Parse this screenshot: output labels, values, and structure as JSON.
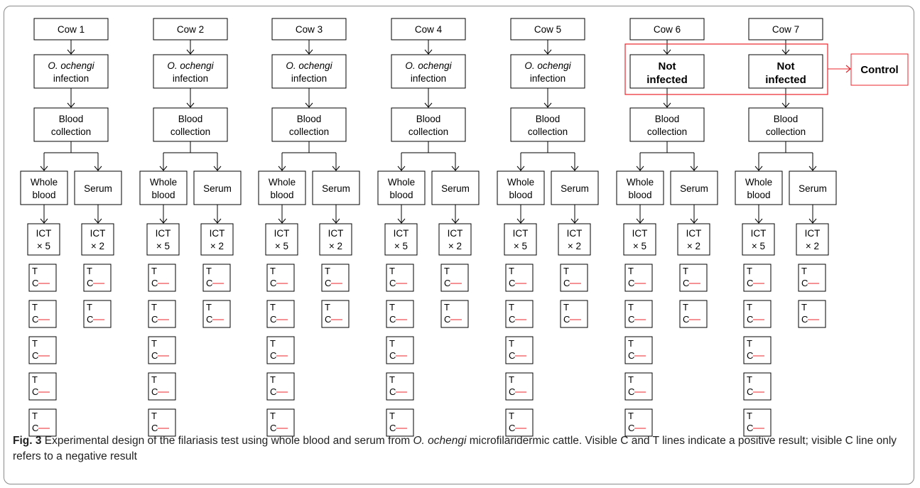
{
  "cows": [
    {
      "label": "Cow 1",
      "status_line1": "O. ochengi",
      "status_line2": "infection",
      "infected": true
    },
    {
      "label": "Cow 2",
      "status_line1": "O. ochengi",
      "status_line2": "infection",
      "infected": true
    },
    {
      "label": "Cow 3",
      "status_line1": "O. ochengi",
      "status_line2": "infection",
      "infected": true
    },
    {
      "label": "Cow 4",
      "status_line1": "O. ochengi",
      "status_line2": "infection",
      "infected": true
    },
    {
      "label": "Cow 5",
      "status_line1": "O. ochengi",
      "status_line2": "infection",
      "infected": true
    },
    {
      "label": "Cow 6",
      "status_line1": "Not",
      "status_line2": "infected",
      "infected": false
    },
    {
      "label": "Cow 7",
      "status_line1": "Not",
      "status_line2": "infected",
      "infected": false
    }
  ],
  "blood_line1": "Blood",
  "blood_line2": "collection",
  "whole_line1": "Whole",
  "whole_line2": "blood",
  "serum_label": "Serum",
  "ict_label": "ICT",
  "whole_repeat": "× 5",
  "serum_repeat": "× 2",
  "strip_t": "T",
  "strip_c": "C",
  "whole_strip_count": 5,
  "serum_strip_count": 2,
  "control_label": "Control",
  "colors": {
    "highlight": "#e8242b",
    "line": "#000000"
  },
  "caption": {
    "label": "Fig. 3",
    "text_before": " Experimental design of the filariasis test using whole blood and serum from ",
    "species": "O. ochengi",
    "text_after": " microfilaridermic cattle. Visible C and T lines indicate a positive result; visible C line only refers to a negative result"
  }
}
